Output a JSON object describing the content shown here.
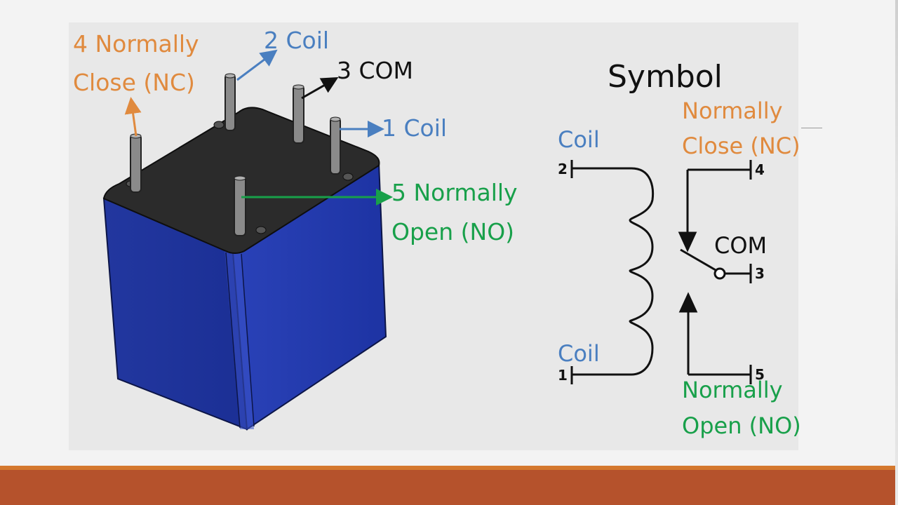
{
  "slide": {
    "colors": {
      "accent_line": "#d4782e",
      "footer": "#b5522c",
      "relay_body": "#1f35a8",
      "relay_top": "#2a2a2a",
      "nc": "#e08a3e",
      "coil": "#4a7fc0",
      "no": "#18a04a"
    }
  },
  "relay": {
    "nc_line1": "4 Normally",
    "nc_line2": "Close (NC)",
    "coil2": "2 Coil",
    "com3": "3 COM",
    "coil1": "1 Coil",
    "no_line1": "5 Normally",
    "no_line2": "Open (NO)"
  },
  "symbol": {
    "title": "Symbol",
    "coil_top": "Coil",
    "coil_bottom": "Coil",
    "nc_line1": "Normally",
    "nc_line2": "Close (NC)",
    "com": "COM",
    "no_line1": "Normally",
    "no_line2": "Open (NO)",
    "pin2": "2",
    "pin1": "1",
    "pin4": "4",
    "pin3": "3",
    "pin5": "5"
  }
}
